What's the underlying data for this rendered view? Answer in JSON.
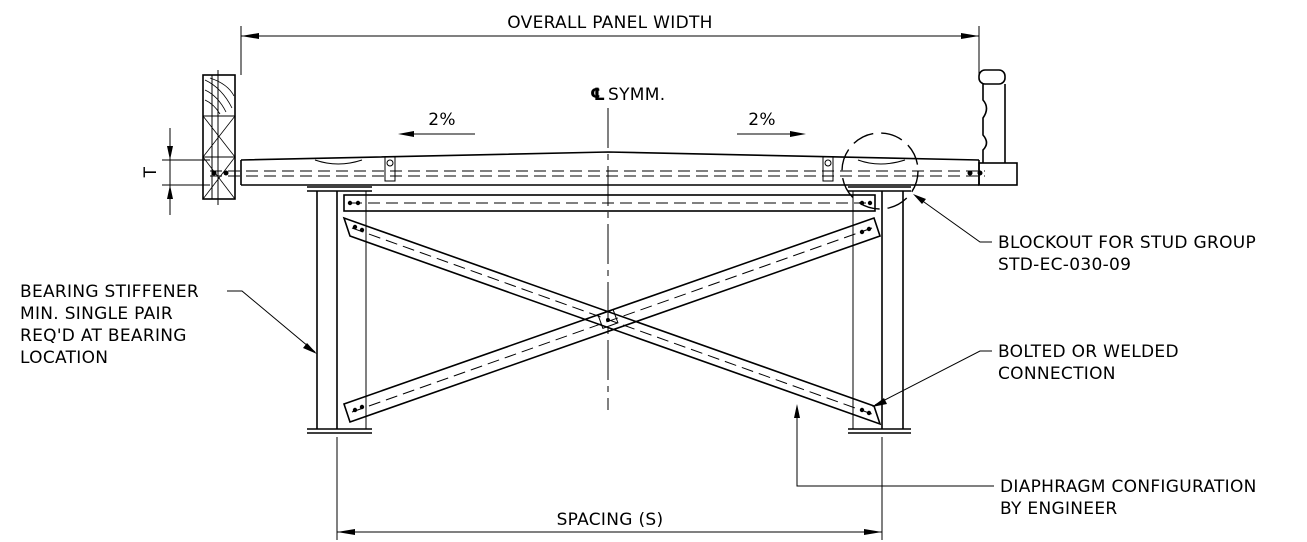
{
  "labels": {
    "overall_width": "OVERALL PANEL WIDTH",
    "centerline_symbol": "℄",
    "centerline": "SYMM.",
    "slope_left": "2%",
    "slope_right": "2%",
    "thickness": "T",
    "spacing": "SPACING (S)",
    "bearing_stiffener": [
      "BEARING STIFFENER",
      "MIN. SINGLE PAIR",
      "REQ'D AT BEARING",
      "LOCATION"
    ],
    "blockout": [
      "BLOCKOUT FOR STUD GROUP",
      "STD-EC-030-09"
    ],
    "bolted": [
      "BOLTED OR WELDED",
      "CONNECTION"
    ],
    "diaphragm": [
      "DIAPHRAGM CONFIGURATION",
      "BY ENGINEER"
    ]
  }
}
